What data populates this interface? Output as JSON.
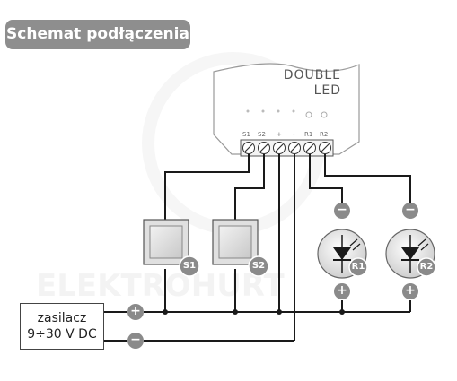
{
  "title": "Schemat podłączenia",
  "module": {
    "line1": "DOUBLE",
    "line2": "LED",
    "terminals": [
      "S1",
      "S2",
      "+",
      "-",
      "R1",
      "R2"
    ]
  },
  "switches": [
    {
      "label": "S1"
    },
    {
      "label": "S2"
    }
  ],
  "leds": [
    {
      "label": "R1",
      "minus": "−",
      "plus": "+"
    },
    {
      "label": "R2",
      "minus": "−",
      "plus": "+"
    }
  ],
  "power_supply": {
    "line1": "zasilacz",
    "line2": "9÷30 V DC",
    "plus": "+",
    "minus": "−"
  },
  "watermark": "ELEKTROHURT",
  "colors": {
    "wire": "#1a1a1a",
    "badge": "#8a8a8a",
    "title_bg": "#8e8e8e",
    "led_body": "#e6e6e6",
    "module_outline": "#999999"
  }
}
